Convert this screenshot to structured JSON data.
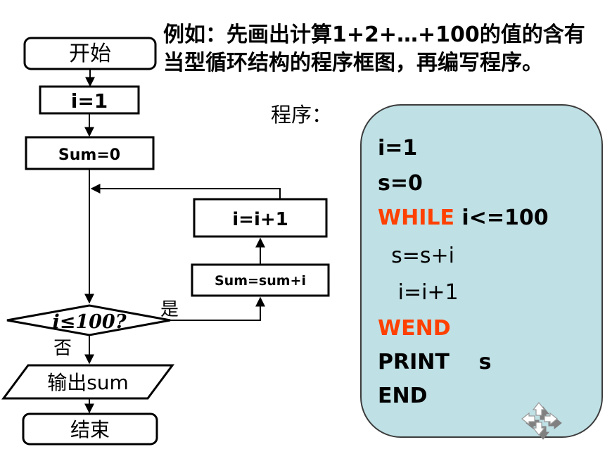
{
  "description": {
    "line1_prefix": "例如：先画出计算",
    "line1_expr": "1+2+…+100",
    "line1_suffix": "的值的含有",
    "line2": "当型循环结构的程序框图，再编写程序。"
  },
  "flowchart": {
    "start": "开始",
    "init_i": "i=1",
    "init_sum": "Sum=0",
    "condition": "i≤100?",
    "yes_label": "是",
    "no_label": "否",
    "body_sum": "Sum=sum+i",
    "body_inc": "i=i+1",
    "output": "输出sum",
    "end": "结束"
  },
  "program": {
    "label": "程序：",
    "lines": {
      "l1": "i=1",
      "l2": "s=0",
      "l3_kw": "WHILE",
      "l3_rest": " i<=100",
      "l4": "  s=s+i",
      "l5": "   i=i+1",
      "l6": "WEND",
      "l7": "PRINT    s",
      "l8": "END"
    }
  },
  "colors": {
    "keyword": "#ff4000",
    "code_background": "#bfe0e5"
  },
  "icons": {
    "corner_icon": "move-arrows-icon"
  }
}
